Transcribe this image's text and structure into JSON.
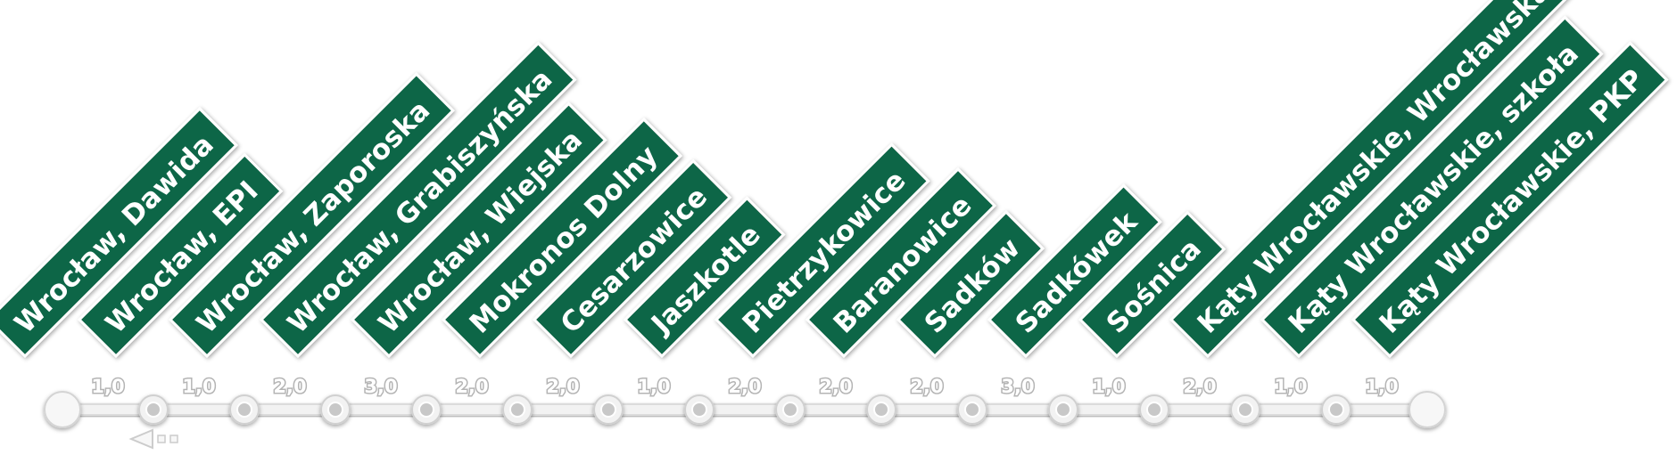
{
  "route": {
    "stops": [
      {
        "name": "Wrocław, Dawida",
        "terminus": true
      },
      {
        "name": "Wrocław, EPI",
        "terminus": false
      },
      {
        "name": "Wrocław, Zaporoska",
        "terminus": false
      },
      {
        "name": "Wrocław, Grabiszyńska",
        "terminus": false
      },
      {
        "name": "Wrocław, Wiejska",
        "terminus": false
      },
      {
        "name": "Mokronos Dolny",
        "terminus": false
      },
      {
        "name": "Cesarzowice",
        "terminus": false
      },
      {
        "name": "Jaszkotle",
        "terminus": false
      },
      {
        "name": "Pietrzykowice",
        "terminus": false
      },
      {
        "name": "Baranowice",
        "terminus": false
      },
      {
        "name": "Sadków",
        "terminus": false
      },
      {
        "name": "Sadkówek",
        "terminus": false
      },
      {
        "name": "Sośnica",
        "terminus": false
      },
      {
        "name": "Kąty Wrocławskie, Wrocławska",
        "terminus": false
      },
      {
        "name": "Kąty Wrocławskie, szkoła",
        "terminus": false
      },
      {
        "name": "Kąty Wrocławskie, PKP",
        "terminus": true
      }
    ],
    "distances": [
      "1,0",
      "1,0",
      "2,0",
      "3,0",
      "2,0",
      "2,0",
      "1,0",
      "2,0",
      "2,0",
      "2,0",
      "3,0",
      "1,0",
      "2,0",
      "1,0",
      "1,0"
    ],
    "sign_color": "#0c6647",
    "line_color": "#d9d9d9",
    "direction_icon": "triangle-left-arrow-icon"
  }
}
